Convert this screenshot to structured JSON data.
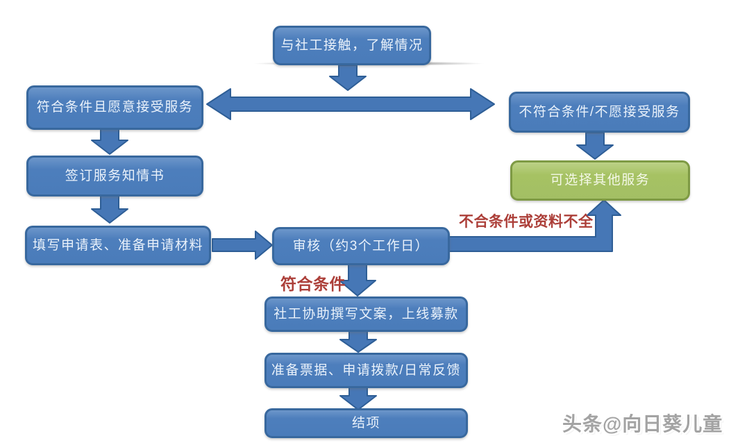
{
  "flowchart": {
    "nodes": {
      "contact": "与社工接触，了解情况",
      "eligible": "符合条件且愿意接受服务",
      "ineligible": "不符合条件/不愿接受服务",
      "other_services": "可选择其他服务",
      "sign_consent": "签订服务知情书",
      "fill_form": "填写申请表、准备申请材料",
      "review": "审核（约3个工作日）",
      "fundraising": "社工协助撰写文案，上线募款",
      "receipts": "准备票据、申请拨款/日常反馈",
      "closing": "结项"
    },
    "edge_labels": {
      "reject": "不合条件或资料不全",
      "qualify": "符合条件"
    },
    "colors": {
      "node_blue_fill": "#4A7CBA",
      "node_blue_border": "#38689E",
      "node_green_fill": "#A3BF64",
      "node_green_border": "#7E9A44",
      "arrow_fill": "#4677B6",
      "arrow_border": "#2E5E96",
      "label_red": "#AC3F39",
      "node_text": "#EAF2FB"
    }
  },
  "watermark": "头条@向日葵儿童"
}
